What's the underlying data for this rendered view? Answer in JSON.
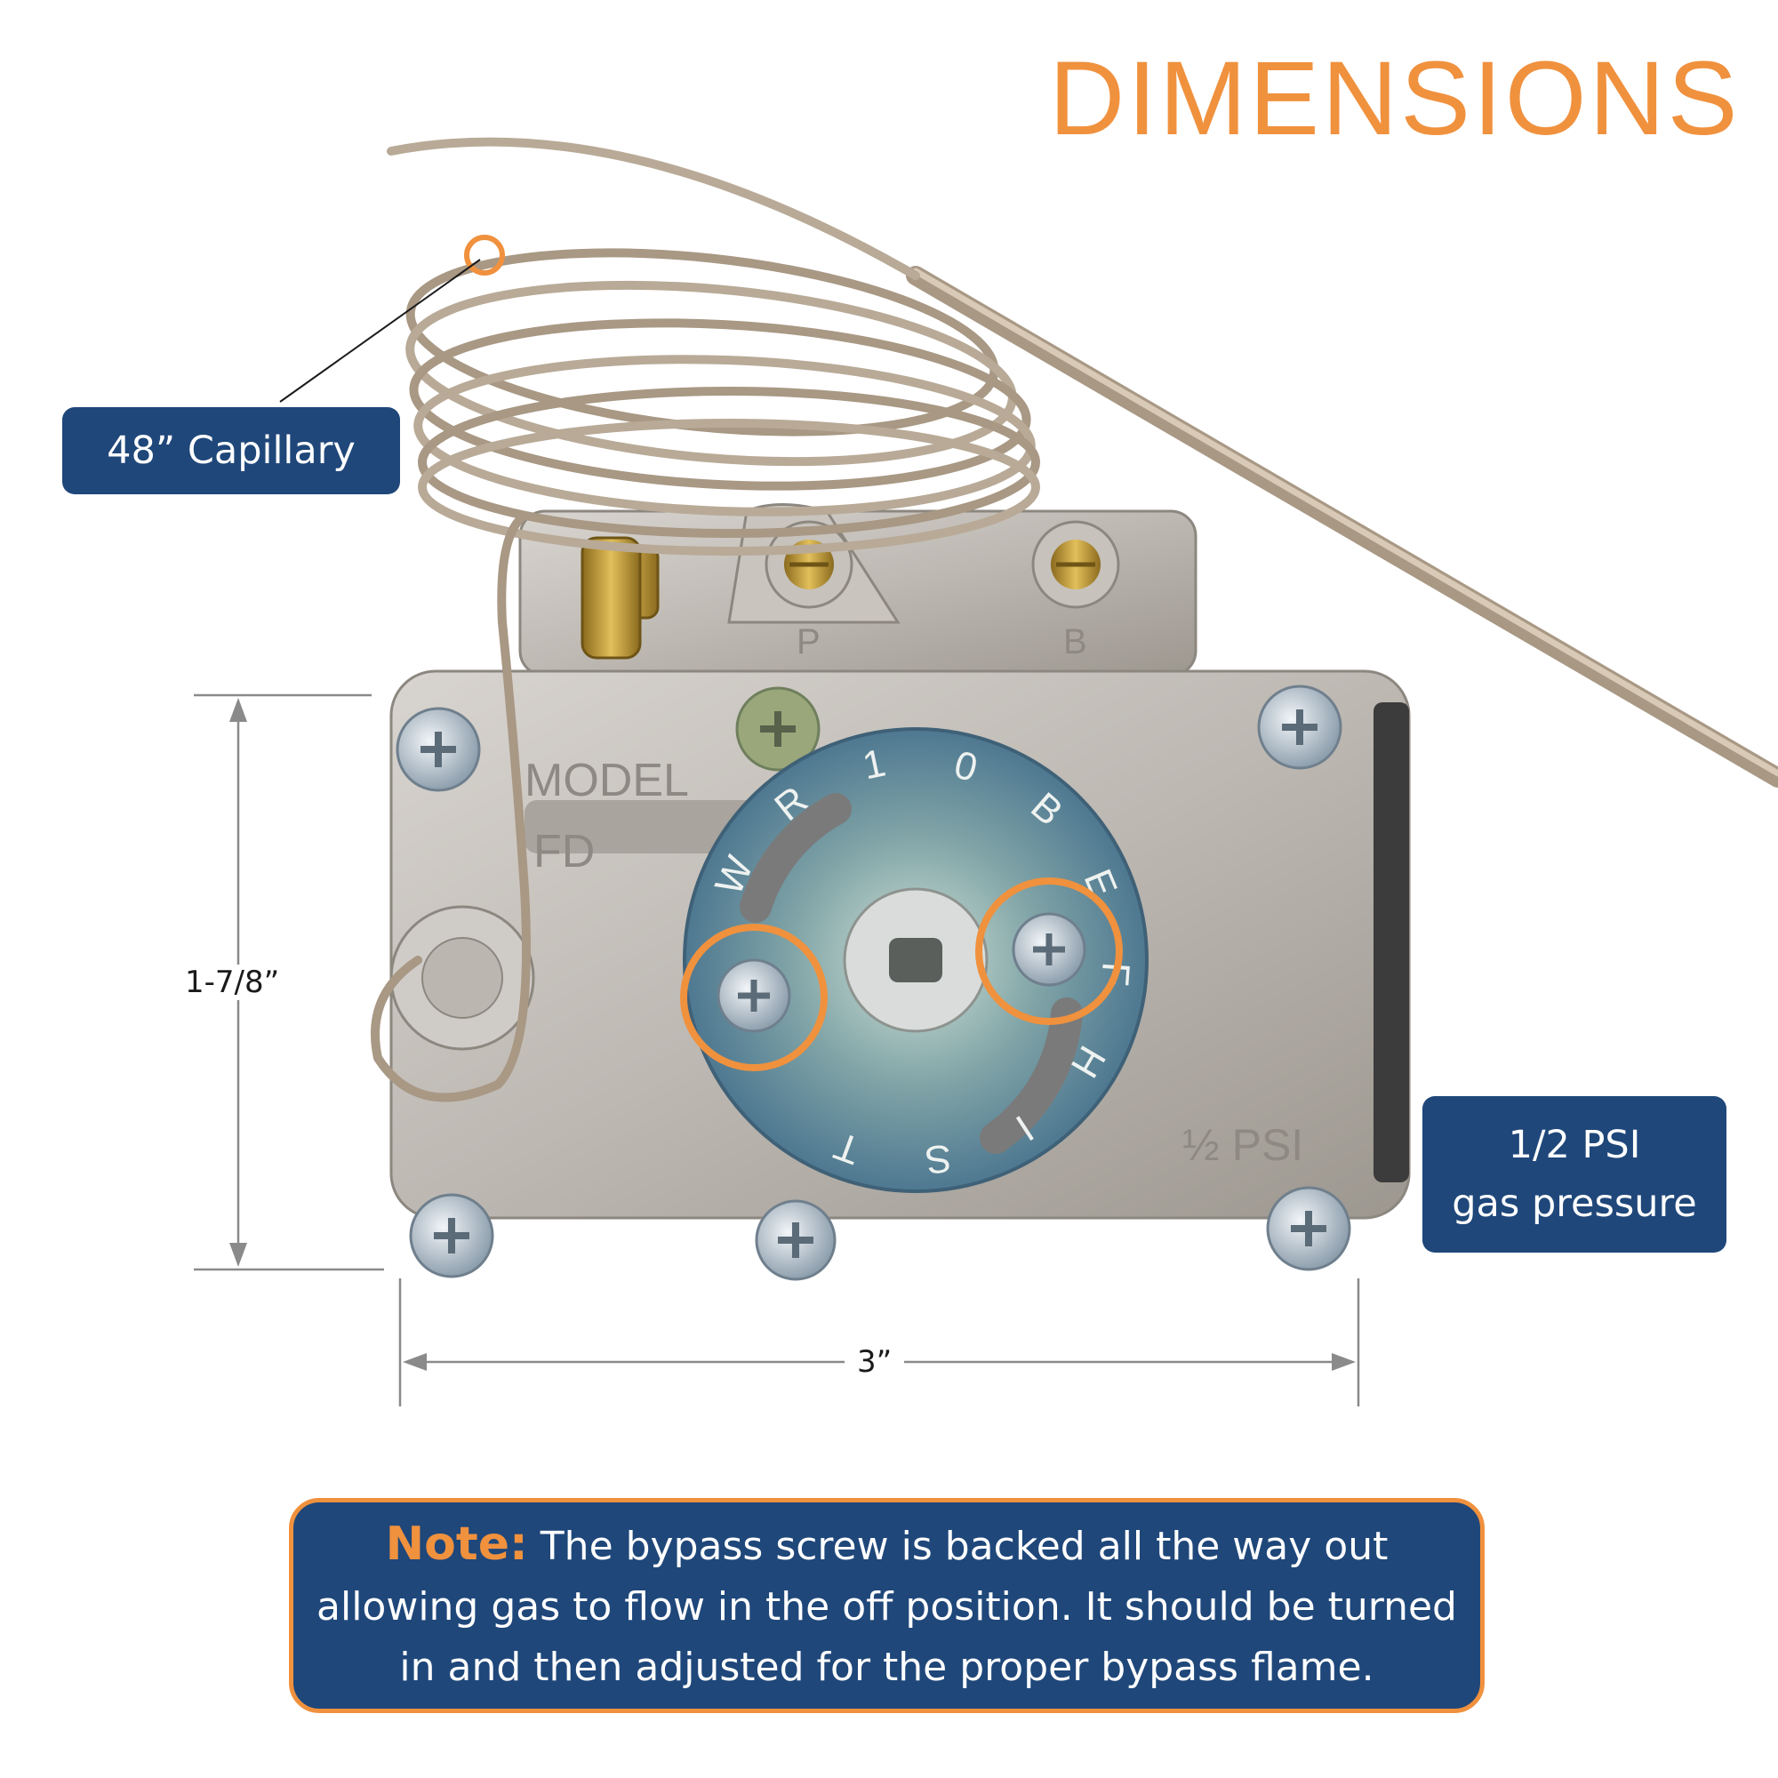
{
  "title": "DIMENSIONS",
  "callouts": {
    "capillary": "48” Capillary",
    "pressure_line1": "1/2 PSI",
    "pressure_line2": "gas pressure"
  },
  "dimensions": {
    "height": "1-7/8”",
    "width": "3”"
  },
  "note": {
    "label": "Note:",
    "text": " The bypass screw is backed all the way out allowing gas to flow in the off position. It should be turned in and then adjusted for the proper bypass flame."
  },
  "product": {
    "dial_letters": "W R 1 0 B E F H I S T",
    "body_text_model": "MODEL",
    "body_text_fd": "FD",
    "body_text_psi": "½ PSI",
    "port_b": "B",
    "port_p": "P"
  },
  "colors": {
    "accent": "#f0913e",
    "brand_blue": "#1f477a",
    "dimension_line": "#8a8a8a"
  }
}
